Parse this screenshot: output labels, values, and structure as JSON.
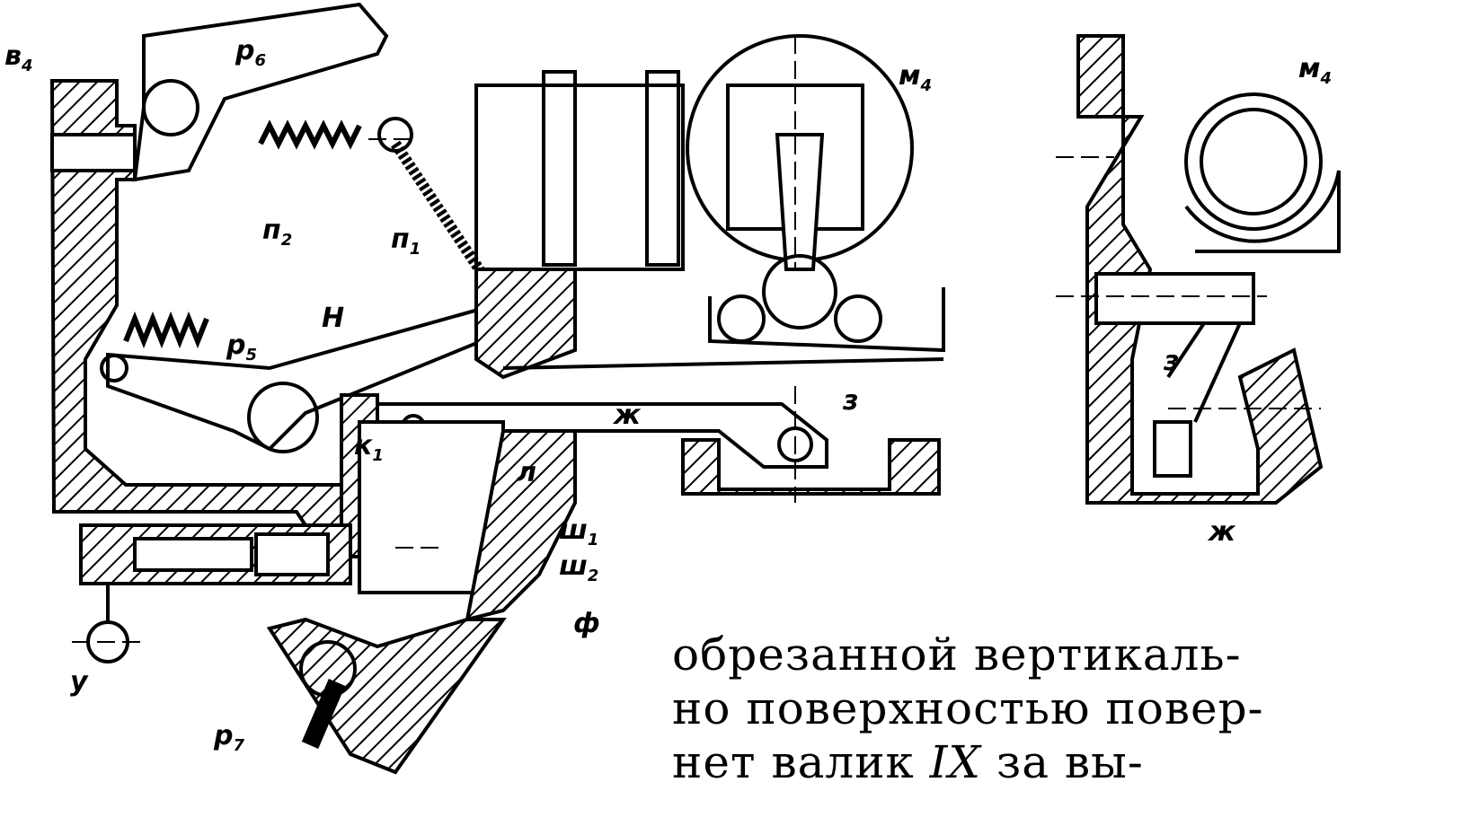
{
  "labels": {
    "v4": {
      "base": "в",
      "sub": "4"
    },
    "p6": {
      "base": "р",
      "sub": "6"
    },
    "n2": {
      "base": "п",
      "sub": "2"
    },
    "n1": {
      "base": "п",
      "sub": "1"
    },
    "p5": {
      "base": "р",
      "sub": "5"
    },
    "H": {
      "base": "Н",
      "sub": ""
    },
    "k1": {
      "base": "к",
      "sub": "1"
    },
    "zh": {
      "base": "ж",
      "sub": ""
    },
    "z": {
      "base": "з",
      "sub": ""
    },
    "l": {
      "base": "л",
      "sub": ""
    },
    "sh1": {
      "base": "ш",
      "sub": "1"
    },
    "sh2": {
      "base": "ш",
      "sub": "2"
    },
    "f": {
      "base": "ф",
      "sub": ""
    },
    "u": {
      "base": "у",
      "sub": ""
    },
    "p7": {
      "base": "р",
      "sub": "7"
    },
    "m4": {
      "base": "м",
      "sub": "4"
    },
    "m4_right": {
      "base": "м",
      "sub": "4"
    },
    "z_right": {
      "base": "з",
      "sub": ""
    },
    "zh_right": {
      "base": "ж",
      "sub": ""
    }
  },
  "text": {
    "line1": "обрезанной вертикаль-",
    "line2": "но поверхностью повер-",
    "line3_a": "нет валик ",
    "line3_roman": "IX",
    "line3_b": " за вы-"
  }
}
